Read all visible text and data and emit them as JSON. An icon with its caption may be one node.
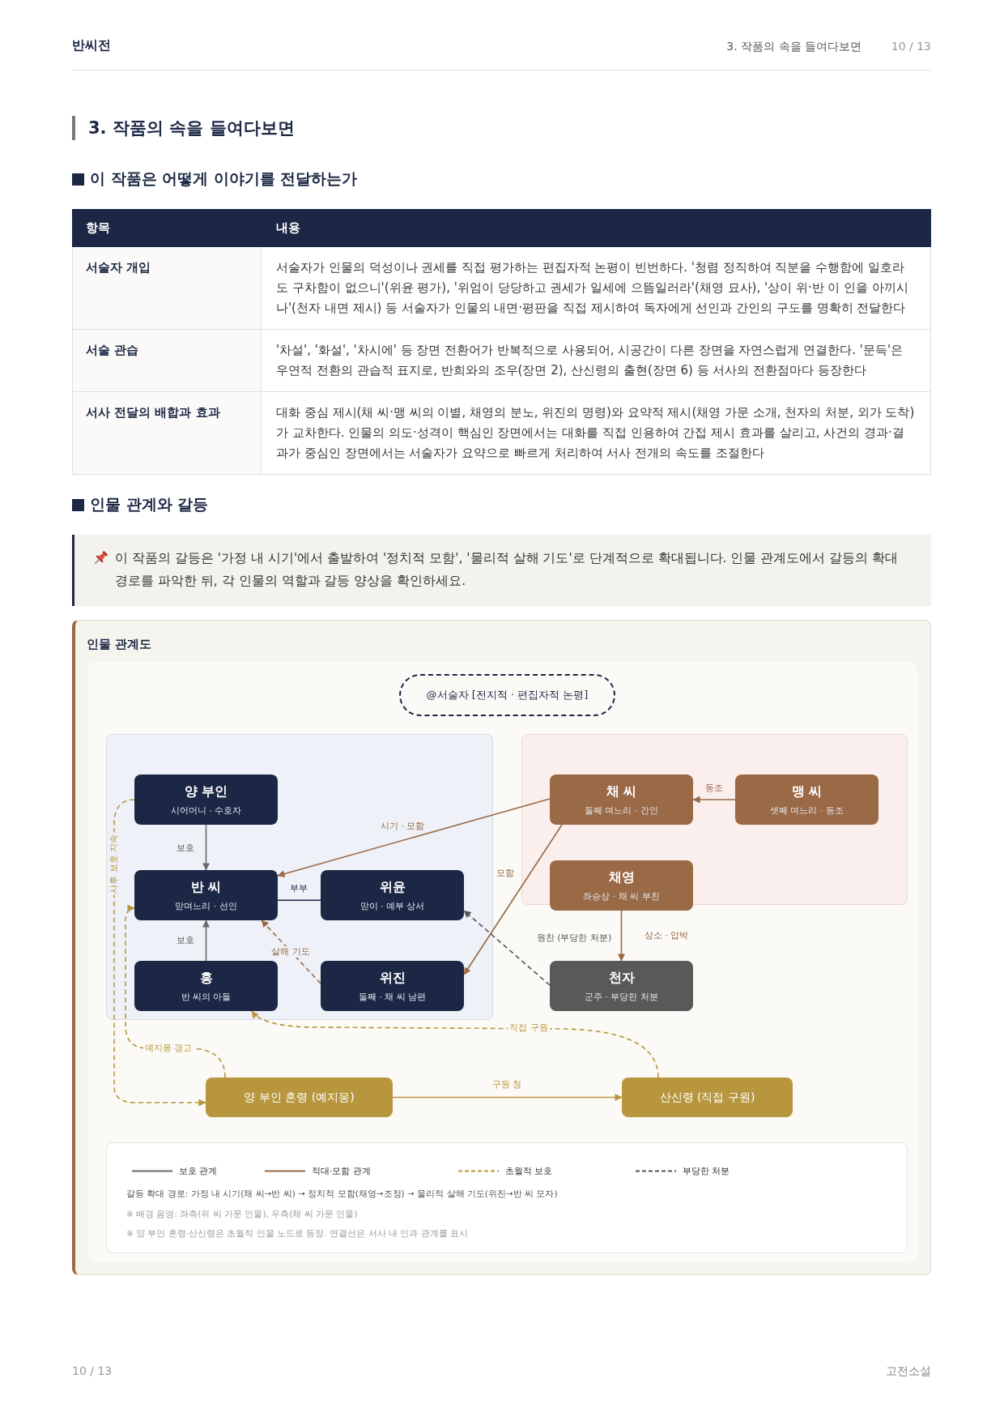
{
  "diagram": {
    "title": "3. 작품의 속을 들여다보면",
    "nodes": [
      {
        "text": [
          "@서술자 [전지적 · 편집자적 논평]"
        ]
      },
      {
        "text": [
          "양 부인",
          "시어머니 · 수호자"
        ]
      },
      {
        "text": [
          "채 씨",
          "둘째 며느리 · 간인"
        ]
      },
      {
        "text": [
          "맹 씨",
          "셋째 며느리 · 동조"
        ]
      },
      {
        "text": [
          "반 씨",
          "맏며느리 · 선인"
        ]
      },
      {
        "text": [
          "위윤",
          "맏이 · 예부 상서"
        ]
      },
      {
        "text": [
          "채영",
          "좌승상 · 채 씨 부친"
        ]
      },
      {
        "text": [
          "흥",
          "반 씨의 아들"
        ]
      },
      {
        "text": [
          "위진",
          "둘째 · 채 씨 남편"
        ]
      },
      {
        "text": [
          "천자",
          "군주 · 부당한 처분"
        ]
      },
      {
        "text": [
          "양 부인 혼령 (예지몽)"
        ]
      },
      {
        "text": [
          "산신령 (직접 구원)"
        ]
      }
    ],
    "edges": [
      {
        "from": 1,
        "to": 4,
        "arrow": "to",
        "label": "보호",
        "color": "#6b6b6b"
      },
      {
        "from": 2,
        "to": 4,
        "arrow": "to",
        "label": "시기 · 모함"
      },
      {
        "from": 3,
        "to": 2,
        "arrow": "to",
        "label": "동조"
      },
      {
        "from": 4,
        "to": 5,
        "arrow": "none",
        "label": "부부",
        "color": "#1b2744"
      },
      {
        "from": 2,
        "to": 8,
        "arrow": "to",
        "label": "모함"
      },
      {
        "from": 6,
        "to": 9,
        "arrow": "to",
        "label": "상소 · 압박"
      },
      {
        "from": 7,
        "to": 4,
        "arrow": "to",
        "label": "보호",
        "color": "#6b6b6b"
      },
      {
        "from": 8,
        "to": 4,
        "arrow": "to",
        "label": "살해 기도",
        "style": "dashed"
      },
      {
        "from": 9,
        "to": 5,
        "arrow": "to",
        "label": "원찬 (부당한 처분)",
        "style": "dashed",
        "color": "#555555"
      },
      {
        "from": 1,
        "to": 10,
        "arrow": "to",
        "label": "사후 보호 지속",
        "style": "dashed",
        "color": "#b8963e"
      },
      {
        "from": 10,
        "to": 4,
        "arrow": "to",
        "label": "예지몽 경고",
        "style": "dashed",
        "color": "#b8963e"
      },
      {
        "from": 11,
        "to": 7,
        "arrow": "to",
        "label": "직접 구원",
        "style": "dashed",
        "color": "#b8963e"
      },
      {
        "from": 10,
        "to": 11,
        "arrow": "to",
        "label": "구원 청",
        "color": "#b8963e"
      }
    ],
    "labels": [
      "반씨전",
      "3. 작품의 속을 들여다보면",
      "10 / 13",
      "이 작품은 어떻게 이야기를 전달하는가",
      "항목",
      "내용",
      "서술자 개입",
      "서술자가 인물의 덕성이나 권세를 직접 평가하는 편집자적 논평이 빈번하다. '청렴 정직하여 직분을 수행함에 일호라도 구차함이 없으니'(위윤 평가), '위엄이 당당하고 권세가 일세에 으뜸일러라'(채영 묘사), '상이 위·반 이 인을 아끼시나'(천자 내면 제시) 등 서술자가 인물의 내면·평판을 직접 제시하여 독자에게 선인과 간인의 구도를 명확히 전달한다",
      "서술 관습",
      "'차설', '화설', '차시에' 등 장면 전환어가 반복적으로 사용되어, 시공간이 다른 장면을 자연스럽게 연결한다. '문득'은 우연적 전환의 관습적 표지로, 반희와의 조우(장면 2), 산신령의 출현(장면 6) 등 서사의 전환점마다 등장한다",
      "서사 전달의 배합과 효과",
      "대화 중심 제시(채 씨·맹 씨의 이별, 채영의 분노, 위진의 명령)와 요약적 제시(채영 가문 소개, 천자의 처분, 외가 도착)가 교차한다. 인물의 의도·성격이 핵심인 장면에서는 대화를 직접 인용하여 간접 제시 효과를 살리고, 사건의 경과·결과가 중심인 장면에서는 서술자가 요약으로 빠르게 처리하여 서사 전개의 속도를 조절한다",
      "인물 관계와 갈등",
      "이 작품의 갈등은 '가정 내 시기'에서 출발하여 '정치적 모함', '물리적 살해 기도'로 단계적으로 확대됩니다. 인물 관계도에서 갈등의 확대 경로를 파악한 뒤, 각 인물의 역할과 갈등 양상을 확인하세요.",
      "인물 관계도",
      "갈등 확대 경로: 가정 내 시기(채 씨→반 씨) → 정치적 모함(채영→조정) → 물리적 살해 기도(위진→반 씨 모자)",
      "※ 배경 음영: 좌측(위 씨 가문 인물), 우측(채 씨 가문 인물)",
      "※ 양 부인 혼령·산신령은 초월적 인물 노드로 등장. 연결선은 서사 내 인과 관계를 표시",
      "10 / 13",
      "고전소설"
    ],
    "legend": [
      {
        "text": "보호 관계"
      },
      {
        "text": "적대·모함 관계"
      },
      {
        "text": "초월적 보호"
      },
      {
        "text": "부당한 처분"
      }
    ]
  }
}
